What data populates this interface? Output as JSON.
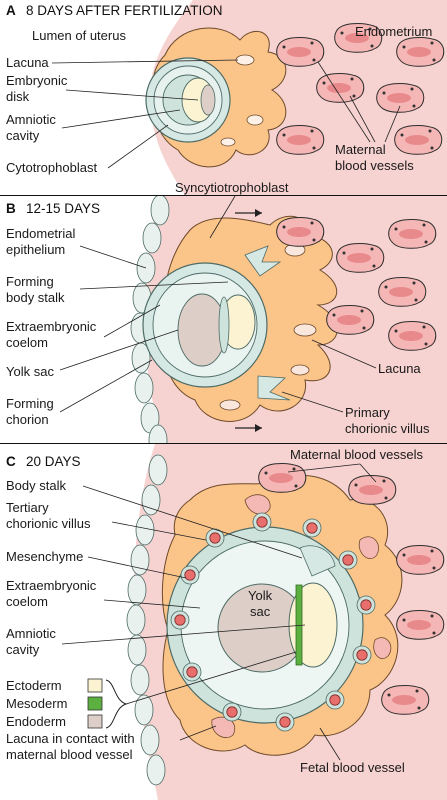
{
  "panels": [
    {
      "letter": "A",
      "title": "8 DAYS AFTER FERTILIZATION",
      "labels": {
        "lumen": "Lumen of uterus",
        "endometrium": "Endometrium",
        "lacuna": "Lacuna",
        "embryonic_disk_1": "Embryonic",
        "embryonic_disk_2": "disk",
        "amniotic_1": "Amniotic",
        "amniotic_2": "cavity",
        "cytotrophoblast": "Cytotrophoblast",
        "maternal_1": "Maternal",
        "maternal_2": "blood vessels",
        "syncytio": "Syncytiotrophoblast"
      }
    },
    {
      "letter": "B",
      "title": "12-15 DAYS",
      "labels": {
        "endo_epi_1": "Endometrial",
        "endo_epi_2": "epithelium",
        "body_stalk_1": "Forming",
        "body_stalk_2": "body stalk",
        "extra_1": "Extraembryonic",
        "extra_2": "coelom",
        "yolk": "Yolk sac",
        "chorion_1": "Forming",
        "chorion_2": "chorion",
        "lacuna": "Lacuna",
        "villus_1": "Primary",
        "villus_2": "chorionic villus"
      }
    },
    {
      "letter": "C",
      "title": "20 DAYS",
      "labels": {
        "maternal": "Maternal blood vessels",
        "body_stalk": "Body stalk",
        "tertiary_1": "Tertiary",
        "tertiary_2": "chorionic villus",
        "mesenchyme": "Mesenchyme",
        "extra_1": "Extraembryonic",
        "extra_2": "coelom",
        "yolk_1": "Yolk",
        "yolk_2": "sac",
        "amniotic_1": "Amniotic",
        "amniotic_2": "cavity",
        "lacuna_1": "Lacuna in contact with",
        "lacuna_2": "maternal blood vessel",
        "fetal": "Fetal blood vessel"
      }
    }
  ],
  "legend": [
    {
      "label": "Ectoderm",
      "color": "#fbf3d2"
    },
    {
      "label": "Mesoderm",
      "color": "#5cb040"
    },
    {
      "label": "Endoderm",
      "color": "#ddcfc7"
    }
  ],
  "colors": {
    "endometrium": "#f6d2d0",
    "trophoblast": "#fbc58a",
    "epithelium": "#e4efe9",
    "blood_vessel": "#f4b7b5"
  }
}
